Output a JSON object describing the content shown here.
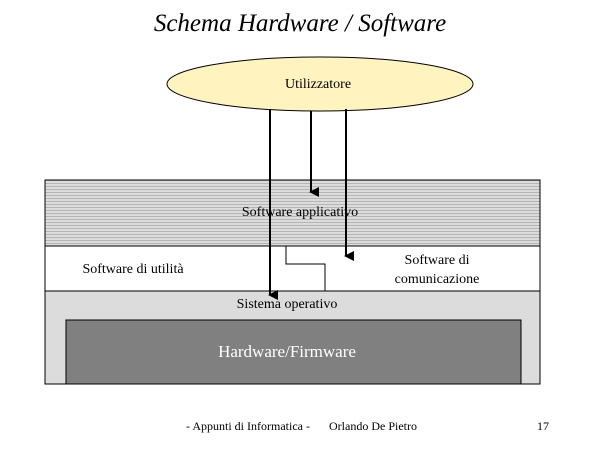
{
  "title": "Schema Hardware / Software",
  "diagram": {
    "user_label": "Utilizzatore",
    "app_layer_label": "Software applicativo",
    "utility_label": "Software di utilità",
    "comm_label_line1": "Software di",
    "comm_label_line2": "comunicazione",
    "os_label": "Sistema operativo",
    "hw_label": "Hardware/Firmware"
  },
  "footer": {
    "left": "- Appunti di Informatica -",
    "center": "Orlando De Pietro",
    "page": "17"
  },
  "colors": {
    "ellipse_fill": "#fff4c0",
    "app_layer_fill": "#dcdcdc",
    "app_layer_lines": "#b5b5b5",
    "os_layer_fill": "#dcdcdc",
    "hw_fill": "#808080",
    "stroke": "#000000"
  }
}
